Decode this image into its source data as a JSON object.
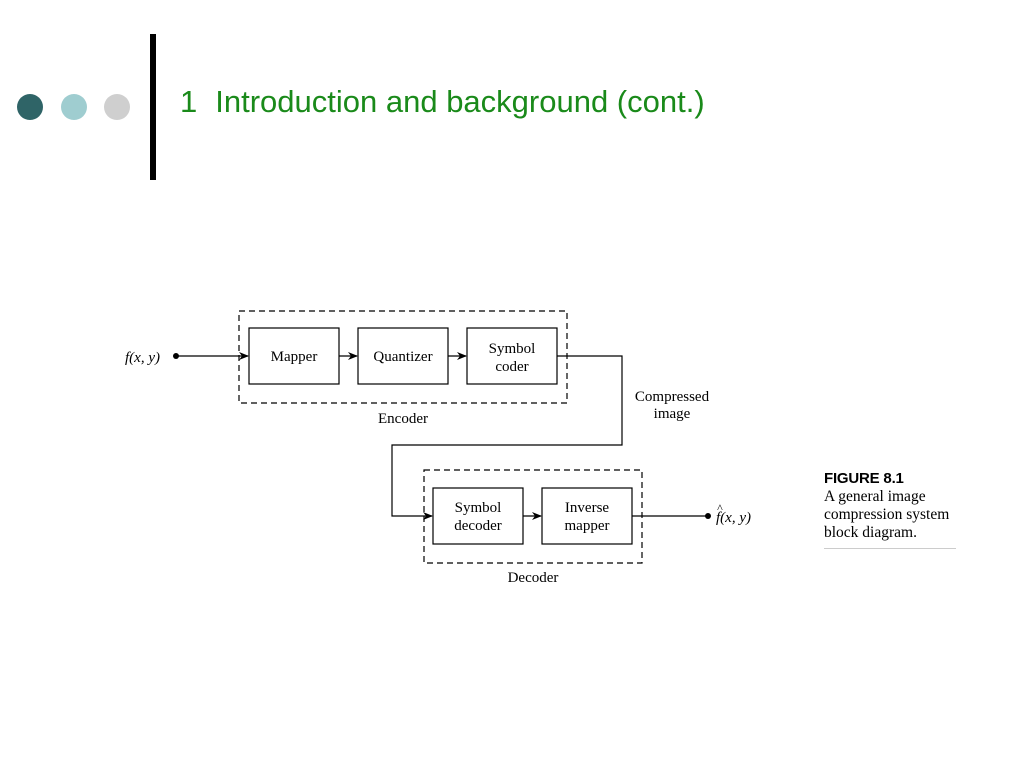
{
  "slide": {
    "title_number": "1",
    "title_text": "Introduction and background (cont.)",
    "title_color": "#1a8a1a",
    "dot_colors": [
      "#2f6467",
      "#9fcdd0",
      "#cfcfcf"
    ]
  },
  "diagram": {
    "input_label": {
      "func": "f",
      "args": "(x, y)"
    },
    "output_label": {
      "func": "f",
      "hat": "^",
      "args": "(x, y)"
    },
    "encoder": {
      "label": "Encoder",
      "blocks": [
        {
          "lines": [
            "Mapper"
          ]
        },
        {
          "lines": [
            "Quantizer"
          ]
        },
        {
          "lines": [
            "Symbol",
            "coder"
          ]
        }
      ]
    },
    "channel_label": [
      "Compressed",
      "image"
    ],
    "decoder": {
      "label": "Decoder",
      "blocks": [
        {
          "lines": [
            "Symbol",
            "decoder"
          ]
        },
        {
          "lines": [
            "Inverse",
            "mapper"
          ]
        }
      ]
    }
  },
  "caption": {
    "figure_label": "FIGURE 8.1",
    "text": "A general image compression system block diagram."
  }
}
